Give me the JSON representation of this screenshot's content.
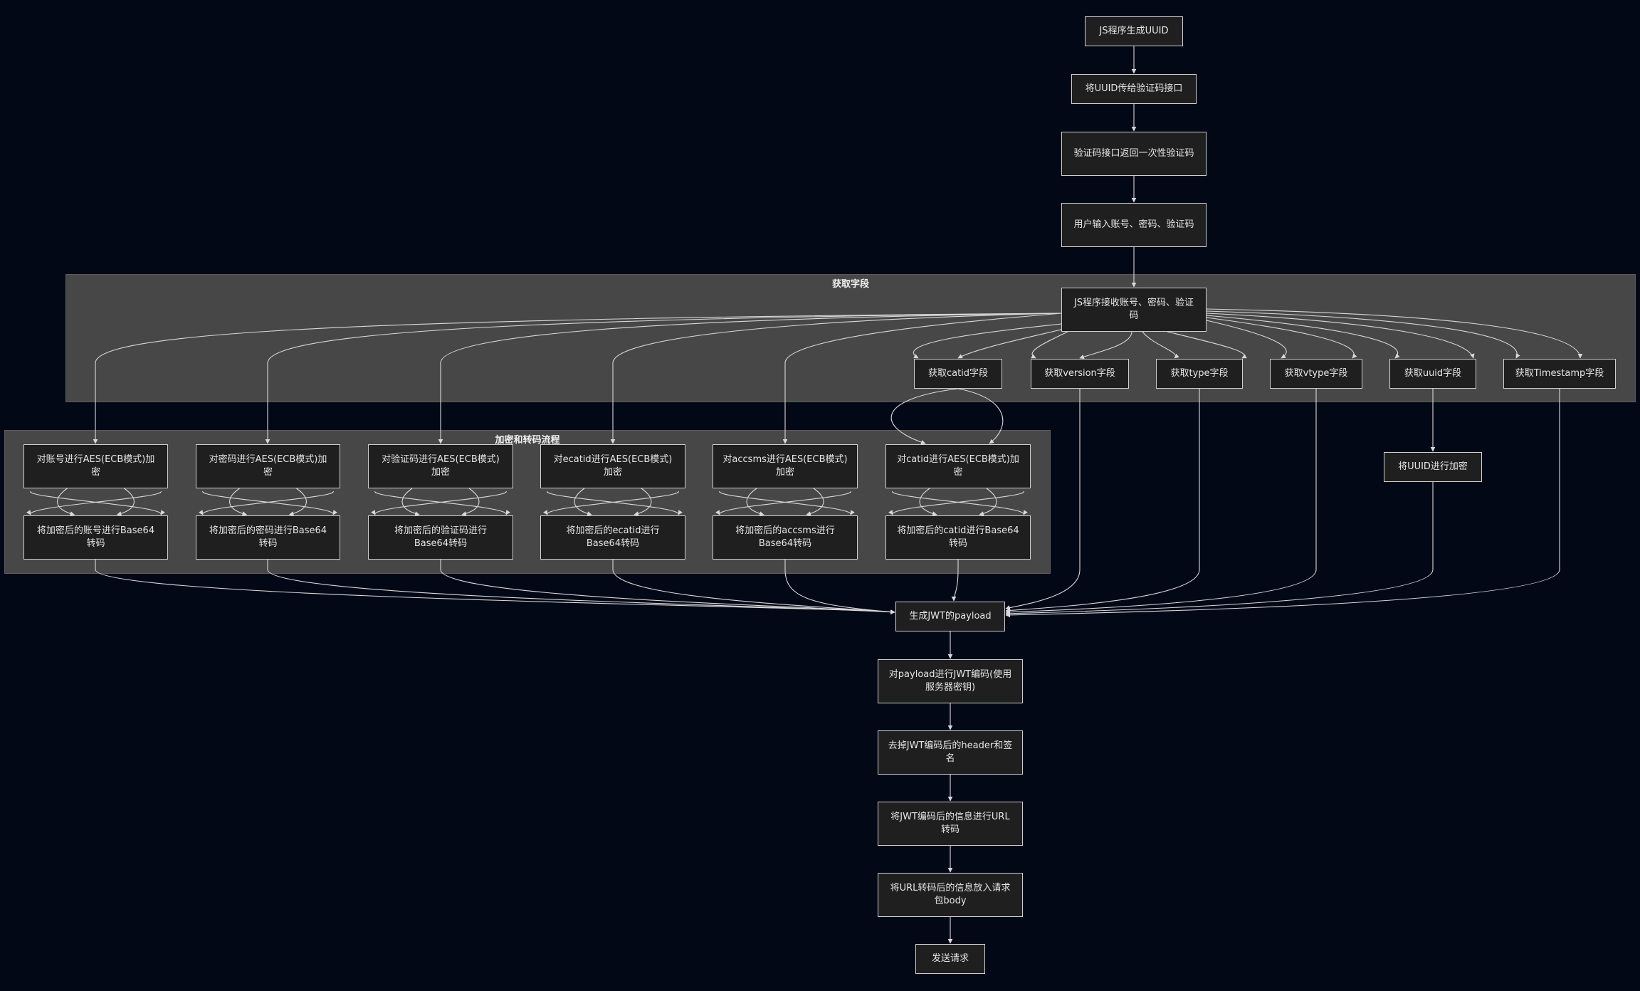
{
  "subgraphs": {
    "fetch": {
      "title": "获取字段"
    },
    "encrypt": {
      "title": "加密和转码流程"
    }
  },
  "nodes": {
    "n1": "JS程序生成UUID",
    "n2": "将UUID传给验证码接口",
    "n3": "验证码接口返回一次性验证码",
    "n4": "用户输入账号、密码、验证码",
    "n5": "JS程序接收账号、密码、验证码",
    "f_catid": "获取catid字段",
    "f_version": "获取version字段",
    "f_type": "获取type字段",
    "f_vtype": "获取vtype字段",
    "f_uuid": "获取uuid字段",
    "f_ts": "获取Timestamp字段",
    "e_acc": "对账号进行AES(ECB模式)加密",
    "e_pwd": "对密码进行AES(ECB模式)加密",
    "e_code": "对验证码进行AES(ECB模式)加密",
    "e_ecatid": "对ecatid进行AES(ECB模式)加密",
    "e_accsms": "对accsms进行AES(ECB模式)加密",
    "e_catid": "对catid进行AES(ECB模式)加密",
    "b_acc": "将加密后的账号进行Base64转码",
    "b_pwd": "将加密后的密码进行Base64转码",
    "b_code": "将加密后的验证码进行Base64转码",
    "b_ecatid": "将加密后的ecatid进行Base64转码",
    "b_accsms": "将加密后的accsms进行Base64转码",
    "b_catid": "将加密后的catid进行Base64转码",
    "uuid_enc": "将UUID进行加密",
    "payload": "生成JWT的payload",
    "jwt": "对payload进行JWT编码(使用服务器密钥)",
    "strip": "去掉JWT编码后的header和签名",
    "url": "将JWT编码后的信息进行URL转码",
    "body": "将URL转码后的信息放入请求包body",
    "send": "发送请求"
  },
  "colors": {
    "background": "#030817",
    "node_fill": "#1f1f1f",
    "node_border": "#cfcfcf",
    "subgraph_fill": "#474747",
    "edge": "#d9d9d9",
    "text": "#e6e6e6"
  }
}
